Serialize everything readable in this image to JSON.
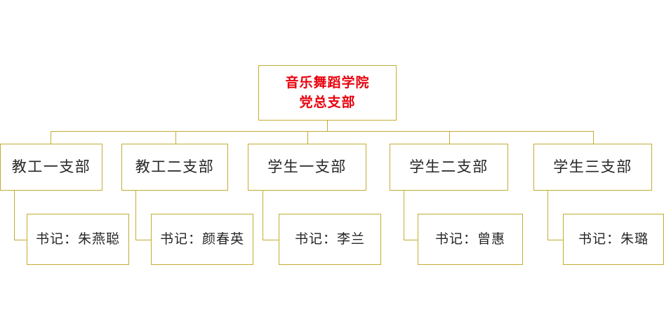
{
  "chart": {
    "title_root": {
      "line1": "音乐舞蹈学院",
      "line2": "党总支部"
    },
    "branches": [
      {
        "label": "教工一支部",
        "leaf": "书记：朱燕聪"
      },
      {
        "label": "教工二支部",
        "leaf": "书记：颜春英"
      },
      {
        "label": "学生一支部",
        "leaf": "书记：李兰"
      },
      {
        "label": "学生二支部",
        "leaf": "书记：曾惠"
      },
      {
        "label": "学生三支部",
        "leaf": "书记：朱璐"
      }
    ],
    "colors": {
      "border": "#c3ac32",
      "root_text": "#e8000d",
      "node_text": "#262626",
      "background": "#ffffff"
    }
  }
}
